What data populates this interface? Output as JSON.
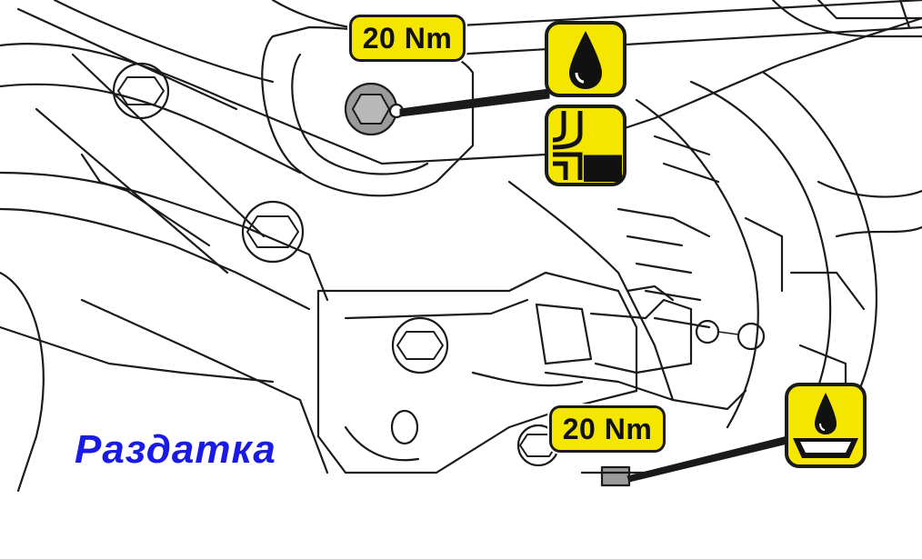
{
  "torque_labels": {
    "fill_plug_torque": "20 Nm",
    "drain_plug_torque": "20 Nm"
  },
  "caption": {
    "text": "Раздатка",
    "color": "#1a1ae6"
  },
  "colors": {
    "badge_fill": "#f5e600",
    "outline": "#1a1a1a",
    "plug_gray": "#9a9a9a"
  },
  "icons": {
    "oil": "oil-drop-icon",
    "fill_level": "fill-level-icon",
    "drain": "drain-oil-icon"
  }
}
